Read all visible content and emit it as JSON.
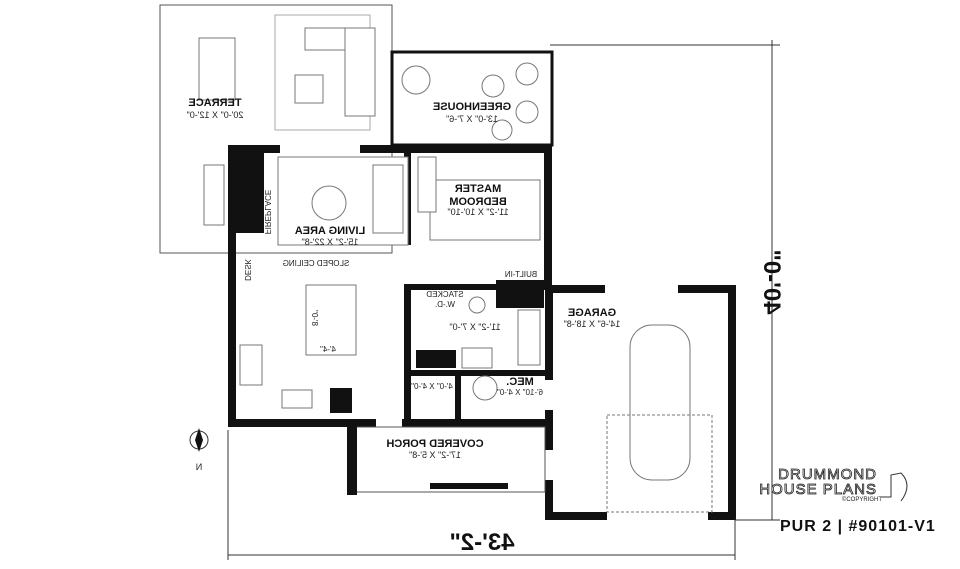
{
  "plan": {
    "rooms": [
      {
        "id": "terrace",
        "name": "TERRACE",
        "size": "20'-0\" X 12'-0\""
      },
      {
        "id": "greenhouse",
        "name": "GREENHOUSE",
        "size": "13'-0\" X 7'-6\""
      },
      {
        "id": "living",
        "name": "LIVING AREA",
        "size": "15'-2\" X 22'-8\""
      },
      {
        "id": "master",
        "name": "MASTER BEDROOM",
        "size": "11'-2\" X 10'-10\""
      },
      {
        "id": "garage",
        "name": "GARAGE",
        "size": "14'-6\" X 18'-8\""
      },
      {
        "id": "mec",
        "name": "MEC.",
        "size": "6'-10\" X 4'-0\""
      },
      {
        "id": "porch",
        "name": "COVERED PORCH",
        "size": "17'-2\" X 5'-8\""
      },
      {
        "id": "bath",
        "name": "",
        "size": "11'-2\" X 7'-0\""
      },
      {
        "id": "closet",
        "name": "",
        "size": "4'-0\" X 4'-0\""
      }
    ],
    "labels": {
      "fireplace": "FIREPLACE",
      "desk": "DESK",
      "sloped_ceiling": "SLOPED CEILING",
      "built_in": "BUILT-IN",
      "stacked": "STACKED",
      "wd": "W.-D.",
      "island_w": "8'-0\"",
      "island_d": "4'-4\"",
      "master_line1": "MASTER",
      "master_line2": "BEDROOM"
    },
    "dimensions": {
      "width": "43'-2\"",
      "depth": "40'-0\""
    },
    "north": "N",
    "mirrored": true
  },
  "branding": {
    "line1": "DRUMMOND",
    "line2": "HOUSE PLANS",
    "copyright": "©COPYRIGHT",
    "model": "PUR 2 | #90101-V1"
  }
}
